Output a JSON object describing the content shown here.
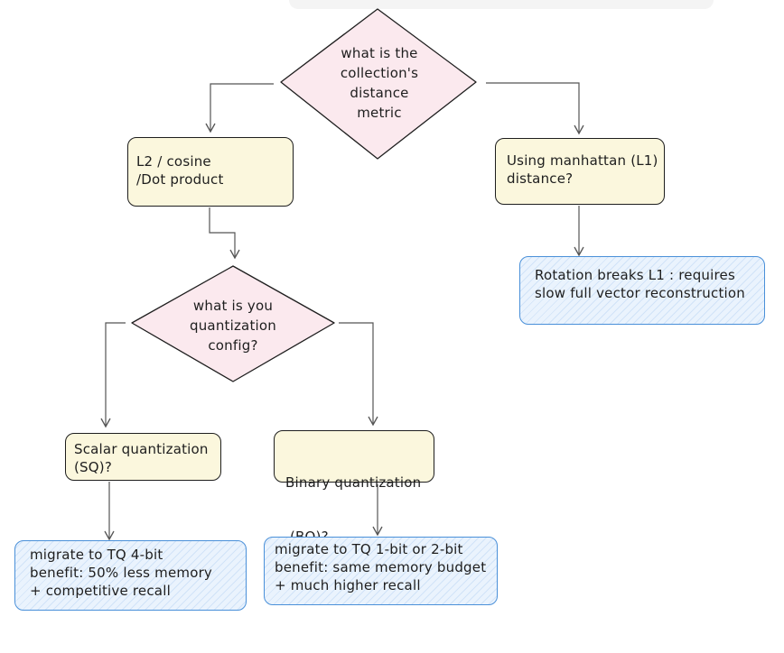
{
  "diagram": {
    "decision_metric": {
      "lines": [
        "what is the",
        "collection's",
        "distance",
        "metric"
      ]
    },
    "l2_cosine": {
      "lines": [
        "L2 / cosine",
        "/Dot product"
      ]
    },
    "manhattan": {
      "lines": [
        "Using manhattan (L1)",
        "distance?"
      ]
    },
    "rotation_note": {
      "lines": [
        "Rotation breaks L1 : requires",
        "slow full vector reconstruction"
      ]
    },
    "decision_quant": {
      "lines": [
        "what is you",
        "quantization",
        "config?"
      ]
    },
    "scalar_q": {
      "lines": [
        "Scalar quantization",
        "(SQ)?"
      ]
    },
    "binary_q": {
      "lines": [
        "Binary quantization",
        " (BQ)?"
      ]
    },
    "sq_result": {
      "lines": [
        "migrate to TQ 4-bit",
        "benefit: 50% less memory",
        "+ competitive recall"
      ]
    },
    "bq_result": {
      "lines": [
        "migrate to TQ 1-bit or 2-bit",
        "benefit: same memory budget",
        "+ much higher recall"
      ]
    }
  },
  "colors": {
    "decision_fill": "#fbe9ee",
    "decision_stroke": "#1e1e1e",
    "step_fill": "#fbf7dd",
    "result_fill": "#eaf3fd",
    "result_stroke": "#4a90d9",
    "arrow": "#555555"
  }
}
